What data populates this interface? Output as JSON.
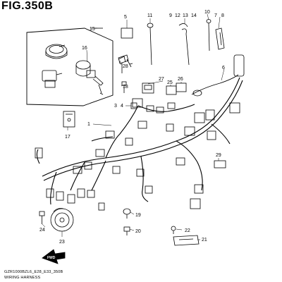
{
  "figure": {
    "title": "FIG.350B",
    "model_code": "GZR1000BZL6_E28_E33_350B",
    "subtitle": "WIRING HARNESS",
    "fwd_label": "FWD"
  },
  "callouts": {
    "c1": "1",
    "c3": "3",
    "c4": "4",
    "c5": "5",
    "c6": "6",
    "c7": "7",
    "c8": "8",
    "c9": "9",
    "c10": "10",
    "c11": "11",
    "c12": "12",
    "c13": "13",
    "c14": "14",
    "c15": "15",
    "c16": "16",
    "c17": "17",
    "c18": "18",
    "c19": "19",
    "c20": "20",
    "c21": "21",
    "c22": "22",
    "c23": "23",
    "c24": "24",
    "c25": "25",
    "c26": "26",
    "c27": "27",
    "c28": "28",
    "c29": "29"
  },
  "colors": {
    "line": "#000000",
    "background": "#ffffff"
  }
}
